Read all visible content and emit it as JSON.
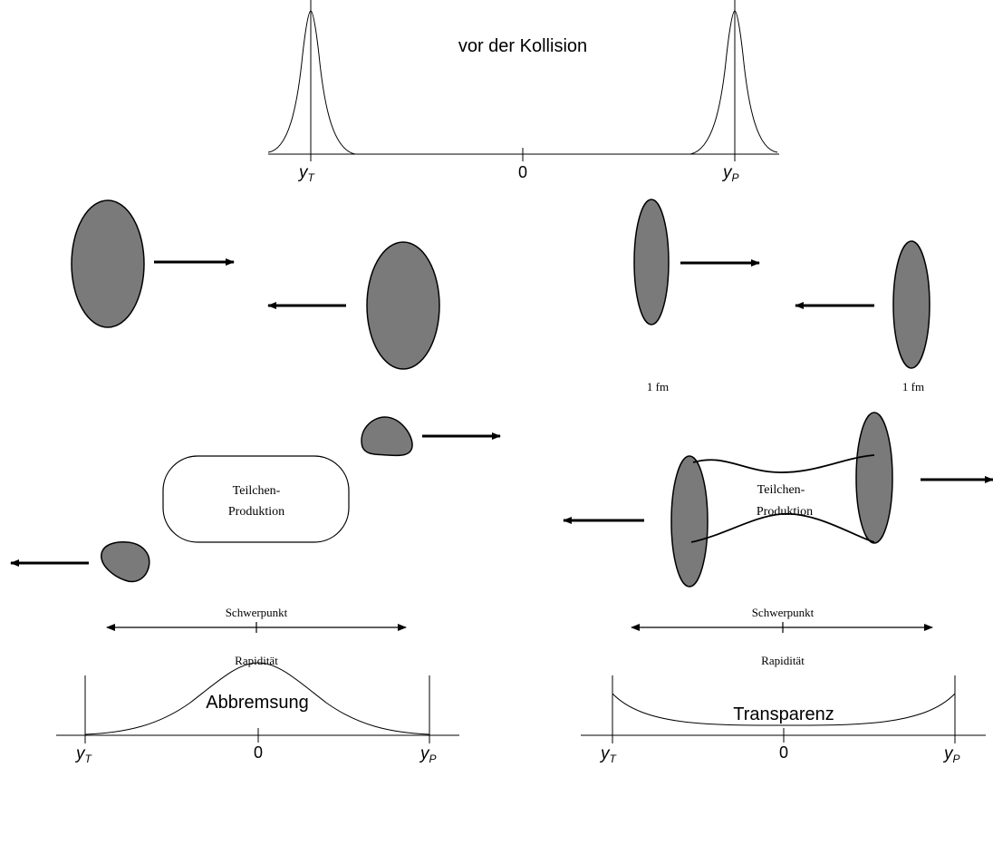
{
  "top": {
    "title": "vor der Kollision",
    "tick_left": "y",
    "tick_left_sub": "T",
    "tick_center": "0",
    "tick_right": "y",
    "tick_right_sub": "P"
  },
  "scale_labels": {
    "left_nucleus_size": "1 fm",
    "right_nucleus_size": "1 fm"
  },
  "left_collision": {
    "production_line1": "Teilchen-",
    "production_line2": "Produktion",
    "axis_title": "Schwerpunkt",
    "axis_subtitle": "Rapidität"
  },
  "right_collision": {
    "production_line1": "Teilchen-",
    "production_line2": "Produktion",
    "axis_title": "Schwerpunkt",
    "axis_subtitle": "Rapidität"
  },
  "bottom_left": {
    "title": "Abbremsung",
    "tick_left": "y",
    "tick_left_sub": "T",
    "tick_center": "0",
    "tick_right": "y",
    "tick_right_sub": "P"
  },
  "bottom_right": {
    "title": "Transparenz",
    "tick_left": "y",
    "tick_left_sub": "T",
    "tick_center": "0",
    "tick_right": "y",
    "tick_right_sub": "P"
  },
  "colors": {
    "nucleus_fill": "#7a7a7a",
    "line": "#000000"
  }
}
